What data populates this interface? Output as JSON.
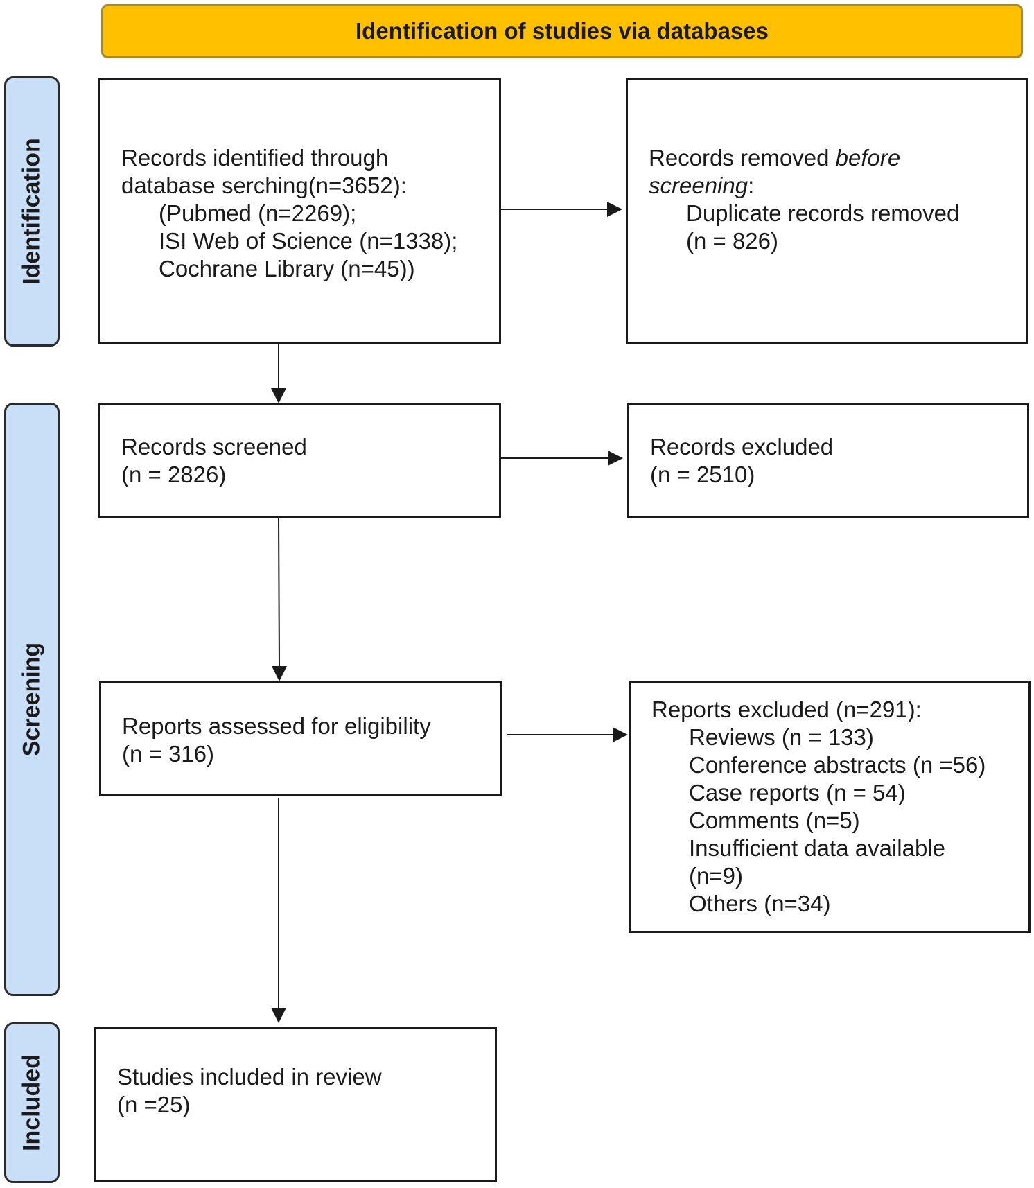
{
  "header": {
    "title": "Identification of studies via databases"
  },
  "phases": {
    "identification": "Identification",
    "screening": "Screening",
    "included": "Included"
  },
  "boxes": {
    "records_identified": {
      "line1": "Records identified through",
      "line2": "database serching(n=3652):",
      "sources": [
        "(Pubmed (n=2269);",
        "ISI Web of Science (n=1338);",
        "Cochrane Library (n=45))"
      ]
    },
    "records_removed": {
      "prefix": "Records removed ",
      "before": "before",
      "screening": "screening",
      "colon": ":",
      "detail_line1": "Duplicate records removed",
      "detail_line2": "(n = 826)"
    },
    "records_screened": {
      "line1": "Records screened",
      "line2": "(n = 2826)"
    },
    "records_excluded": {
      "line1": "Records excluded",
      "line2": "(n = 2510)"
    },
    "reports_assessed": {
      "line1": "Reports assessed for eligibility",
      "line2": "(n = 316)"
    },
    "reports_excluded": {
      "title": "Reports excluded (n=291):",
      "items": [
        "Reviews (n = 133)",
        "Conference abstracts (n =56)",
        "Case reports (n = 54)",
        "Comments (n=5)",
        "Insufficient data available",
        "(n=9)",
        "Others (n=34)"
      ]
    },
    "studies_included": {
      "line1": "Studies included in review",
      "line2": "(n =25)"
    }
  }
}
